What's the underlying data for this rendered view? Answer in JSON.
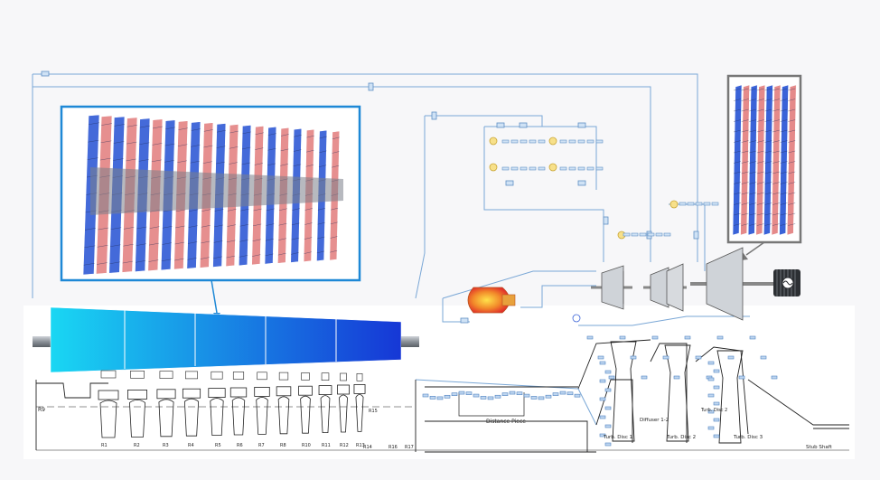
{
  "section_labels": {
    "r9": "R9",
    "distance_piece": "Distance Piece",
    "diffuser": "Diffuser 1-2",
    "turb_disc_1": "Turb. Disc 1",
    "turb_disc_2": "Turb. Disc 2",
    "turb_disc_3": "Turb. Disc 3",
    "turb_disc_2b": "Turb. Disc 2",
    "stub_shaft": "Stub Shaft",
    "r15": "R15",
    "r16": "R16",
    "r17": "R17",
    "r14": "R14"
  },
  "rotor_labels": [
    "R1",
    "R2",
    "R3",
    "R4",
    "R5",
    "R6",
    "R7",
    "R8",
    "R10",
    "R11",
    "R12",
    "R13"
  ],
  "colors": {
    "blue_blade": "#3a63d8",
    "red_blade": "#e58a8a",
    "callout_frame_blue": "#1e88d6",
    "callout_frame_grey": "#777777",
    "network_line": "#7aa7d6",
    "combustor": "#f2b233",
    "compressor_start": "#19d7f3",
    "compressor_end": "#1637d6"
  },
  "icons": [
    "generator-icon",
    "combustor-icon",
    "turbine-stage-icon"
  ]
}
